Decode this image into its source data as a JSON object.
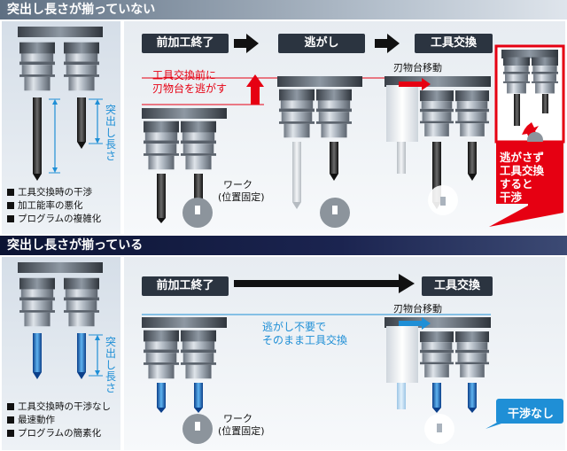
{
  "sec1": {
    "title": "突出し長さが揃っていない",
    "steps": [
      "前加工終了",
      "逃がし",
      "工具交換"
    ],
    "len_label": "突出し長さ",
    "bullets": [
      "工具交換時の干渉",
      "加工能率の悪化",
      "プログラムの複雑化"
    ],
    "red_note_1": "工具交換前に",
    "red_note_2": "刃物台を逃がす",
    "move_label": "刃物台移動",
    "work_1": "ワーク",
    "work_2": "(位置固定)",
    "danger": [
      "逃がさず",
      "工具交換",
      "すると",
      "干渉"
    ]
  },
  "sec2": {
    "title": "突出し長さが揃っている",
    "steps": [
      "前加工終了",
      "工具交換"
    ],
    "len_label": "突出し長さ",
    "bullets": [
      "工具交換時の干渉なし",
      "最速動作",
      "プログラムの簡素化"
    ],
    "note_1": "逃がし不要で",
    "note_2": "そのまま工具交換",
    "move_label": "刃物台移動",
    "work_1": "ワーク",
    "work_2": "(位置固定)",
    "ok": "干渉なし"
  },
  "colors": {
    "red": "#e60012",
    "blue": "#1f8fd6",
    "dark": "#2b3440",
    "navy": "#121a3d"
  }
}
